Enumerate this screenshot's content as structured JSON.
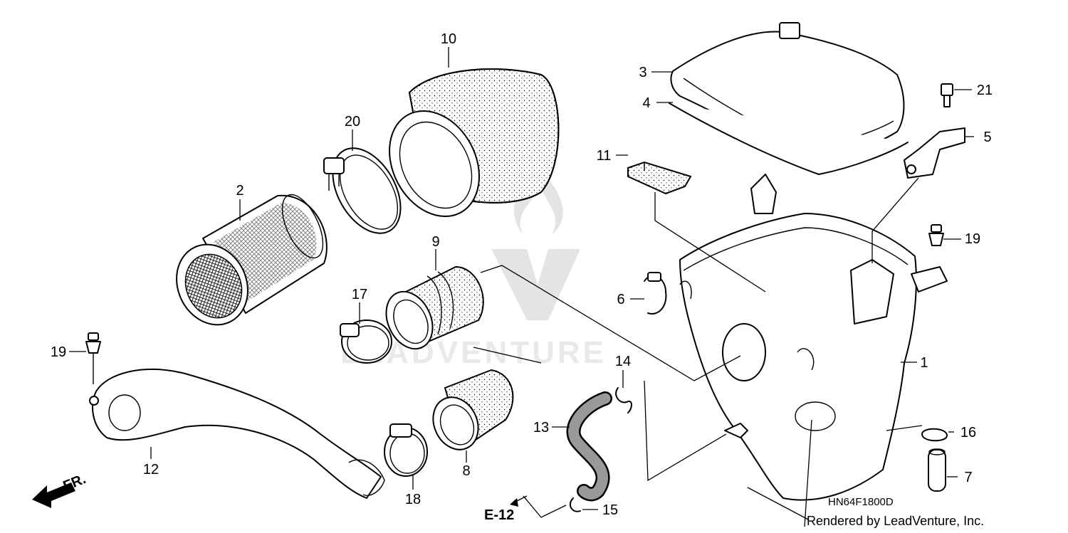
{
  "watermark": {
    "text": "LEADVENTURE"
  },
  "diagram_code": "HN64F1800D",
  "credit": "Rendered by LeadVenture, Inc.",
  "front_arrow": {
    "label": "FR."
  },
  "external_ref": {
    "label": "E-12"
  },
  "callouts": {
    "p1": "1",
    "p2": "2",
    "p3": "3",
    "p4": "4",
    "p5": "5",
    "p6": "6",
    "p7": "7",
    "p8": "8",
    "p9": "9",
    "p10": "10",
    "p11": "11",
    "p12": "12",
    "p13": "13",
    "p14": "14",
    "p15": "15",
    "p16": "16",
    "p17": "17",
    "p18": "18",
    "p19a": "19",
    "p19b": "19",
    "p20": "20",
    "p21": "21"
  },
  "colors": {
    "line": "#000000",
    "background": "#ffffff",
    "watermark": "#e4e4e4"
  }
}
